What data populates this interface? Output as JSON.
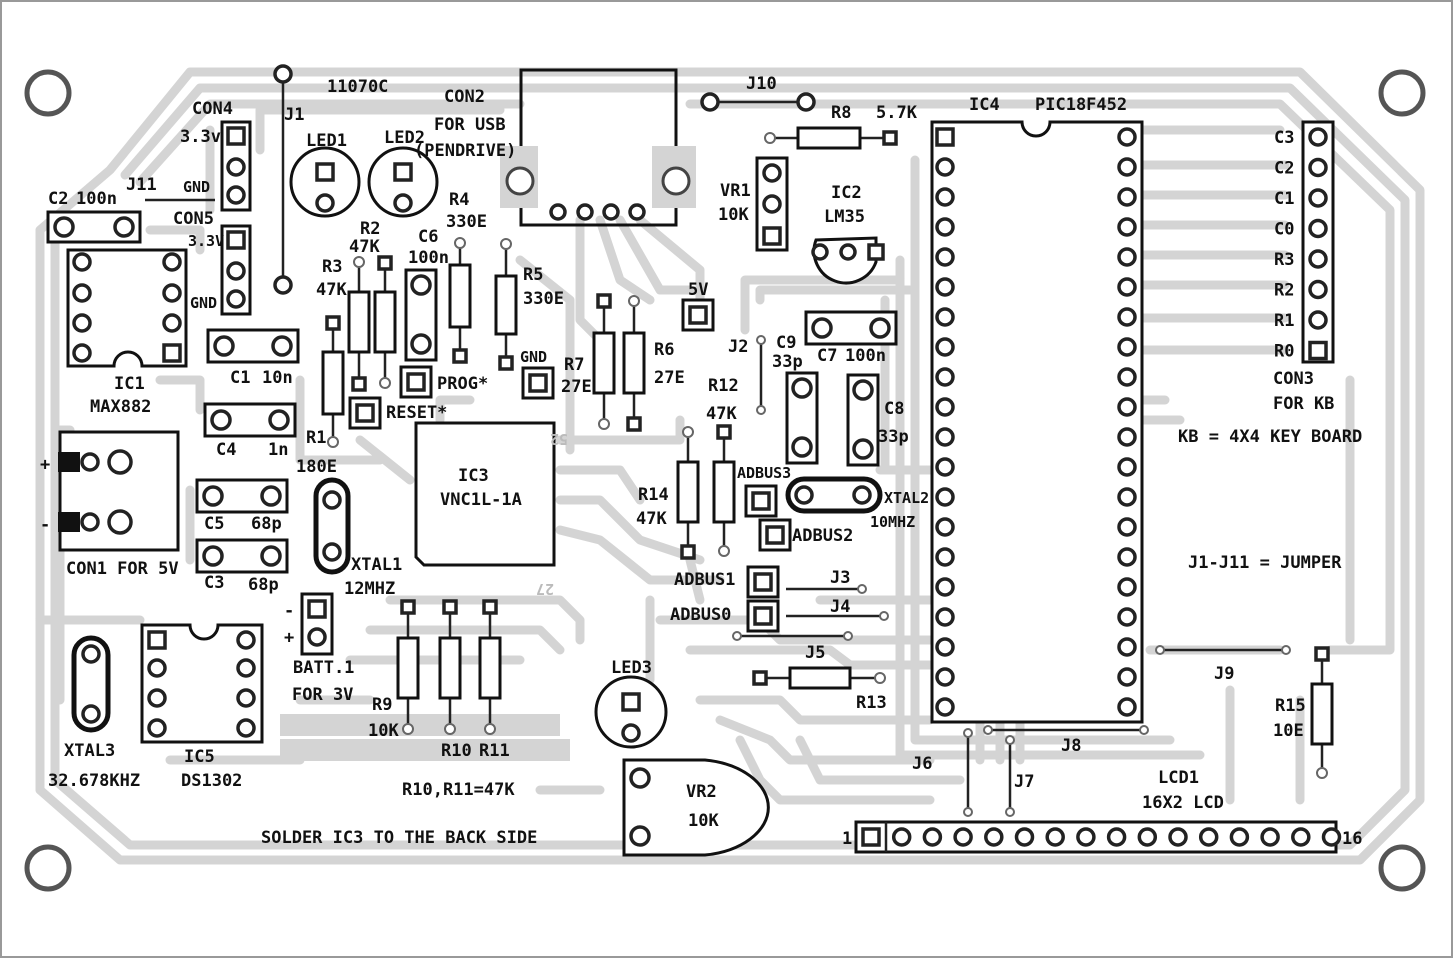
{
  "board": {
    "code": "11070C",
    "note_solder": "SOLDER IC3 TO  THE BACK SIDE",
    "note_r10_r11": "R10,R11=47K",
    "note_kb": "KB = 4X4 KEY BOARD",
    "note_jumpers": "J1-J11 = JUMPER"
  },
  "labels": {
    "con4": "CON4",
    "con4_v": "3.3v",
    "con4_gnd": "GND",
    "con5": "CON5",
    "con5_v": "3.3V",
    "con5_gnd": "GND",
    "j1": "J1",
    "j11": "J11",
    "c2": "C2",
    "c2_v": "100n",
    "led1": "LED1",
    "led2": "LED2",
    "con2": "CON2",
    "con2_d1": "FOR USB",
    "con2_d2": "(PENDRIVE)",
    "r4": "R4",
    "r4_v": "330E",
    "r5": "R5",
    "r5_v": "330E",
    "r2": "R2",
    "r2_v": "47K",
    "r3": "R3",
    "r3_v": "47K",
    "c6": "C6",
    "c6_v": "100n",
    "prog": "PROG*",
    "reset": "RESET*",
    "gnd": "GND",
    "r7": "R7",
    "r7_v": "27E",
    "r6": "R6",
    "r6_v": "27E",
    "ic1": "IC1",
    "ic1_v": "MAX882",
    "c1": "C1",
    "c1_v": "10n",
    "c4": "C4",
    "c4_v": "1n",
    "r1": "R1",
    "r1_v": "180E",
    "ic3": "IC3",
    "ic3_v": "VNC1L-1A",
    "ic3_p1": "52",
    "ic3_p2": "27",
    "con1": "CON1  FOR 5V",
    "plus": "+",
    "minus": "-",
    "c5": "C5",
    "c5_v": "68p",
    "c3": "C3",
    "c3_v": "68p",
    "xtal1": "XTAL1",
    "xtal1_v": "12MHZ",
    "batt": "BATT.1",
    "batt_v": "FOR 3V",
    "xtal3": "XTAL3",
    "xtal3_v": "32.678KHZ",
    "ic5": "IC5",
    "ic5_v": "DS1302",
    "r9": "R9",
    "r9_v": "10K",
    "r10": "R10",
    "r11": "R11",
    "j10": "J10",
    "r8": "R8",
    "r8_v": "5.7K",
    "vr1": "VR1",
    "vr1_v": "10K",
    "ic2": "IC2",
    "ic2_v": "LM35",
    "five_v": "5V",
    "j2": "J2",
    "c9": "C9",
    "c9_v": "33p",
    "c7": "C7",
    "c7_v": "100n",
    "c8": "C8",
    "c8_v": "33p",
    "r12": "R12",
    "r12_v": "47K",
    "adbus3": "ADBUS3",
    "adbus2": "ADBUS2",
    "adbus1": "ADBUS1",
    "adbus0": "ADBUS0",
    "xtal2": "XTAL2",
    "xtal2_v": "10MHZ",
    "r14": "R14",
    "r14_v": "47K",
    "j3": "J3",
    "j4": "J4",
    "j5": "J5",
    "r13": "R13",
    "led3": "LED3",
    "vr2": "VR2",
    "vr2_v": "10K",
    "ic4": "IC4",
    "ic4_v": "PIC18F452",
    "con3": "CON3",
    "con3_v": "FOR KB",
    "kb_pins": [
      "C3",
      "C2",
      "C1",
      "C0",
      "R3",
      "R2",
      "R1",
      "R0"
    ],
    "j9": "J9",
    "r15": "R15",
    "r15_v": "10E",
    "j6": "J6",
    "j7": "J7",
    "j8": "J8",
    "lcd1": "LCD1",
    "lcd1_v": "16X2 LCD",
    "lcd_pin1": "1",
    "lcd_pin16": "16"
  },
  "colors": {
    "copper": "#d4d4d4",
    "silk": "#111111",
    "background": "#ffffff"
  }
}
